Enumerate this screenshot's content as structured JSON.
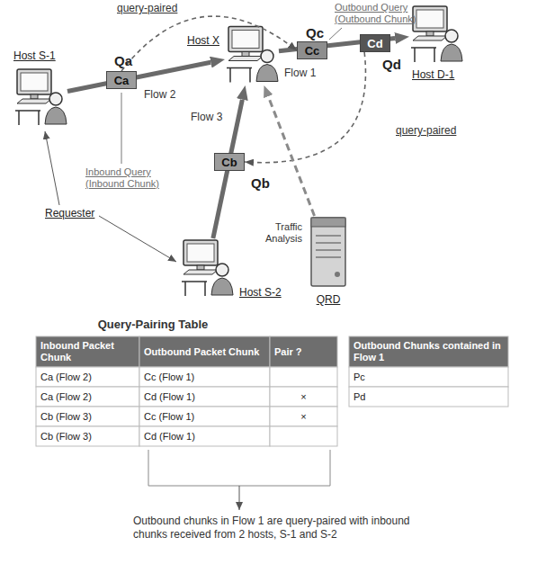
{
  "diagram": {
    "nodes": [
      {
        "text": [
          "Host S-1"
        ]
      },
      {
        "text": [
          "Host X"
        ]
      },
      {
        "text": [
          "Host D-1"
        ]
      },
      {
        "text": [
          "Host S-2"
        ]
      },
      {
        "text": [
          "Traffic Analysis",
          "QRD"
        ]
      },
      {
        "text": [
          "Qa",
          "Ca"
        ]
      },
      {
        "text": [
          "Qb",
          "Cb"
        ]
      },
      {
        "text": [
          "Qc",
          "Cc"
        ]
      },
      {
        "text": [
          "Qd",
          "Cd"
        ]
      }
    ],
    "edges": [
      {
        "from": 0,
        "to": 1,
        "arrow": "to",
        "label": "Flow 2"
      },
      {
        "from": 3,
        "to": 1,
        "arrow": "to",
        "label": "Flow 3"
      },
      {
        "from": 1,
        "to": 2,
        "arrow": "to",
        "label": "Flow 1"
      },
      {
        "from": 5,
        "to": 7,
        "arrow": "to",
        "label": "query-paired"
      },
      {
        "from": 8,
        "to": 6,
        "arrow": "to",
        "label": "query-paired"
      },
      {
        "from": 4,
        "to": 1,
        "arrow": "to"
      }
    ],
    "labels": [
      "Outbound Query (Outbound Chunk)",
      "Inbound Query (Inbound Chunk)",
      "Requester",
      "Query-Pairing Table",
      "Inbound Packet Chunk",
      "Outbound Packet Chunk",
      "Pair ?",
      "Outbound Chunks contained in Flow 1",
      "Ca (Flow 2)",
      "Cc (Flow 1)",
      "Ca (Flow 2)",
      "Cd (Flow 1)",
      "×",
      "Cb (Flow 3)",
      "Cc (Flow 1)",
      "×",
      "Cb (Flow 3)",
      "Cd (Flow 1)",
      "Pc",
      "Pd",
      "Outbound chunks in Flow 1 are query-paired with inbound chunks received from 2 hosts, S-1 and S-2"
    ]
  }
}
